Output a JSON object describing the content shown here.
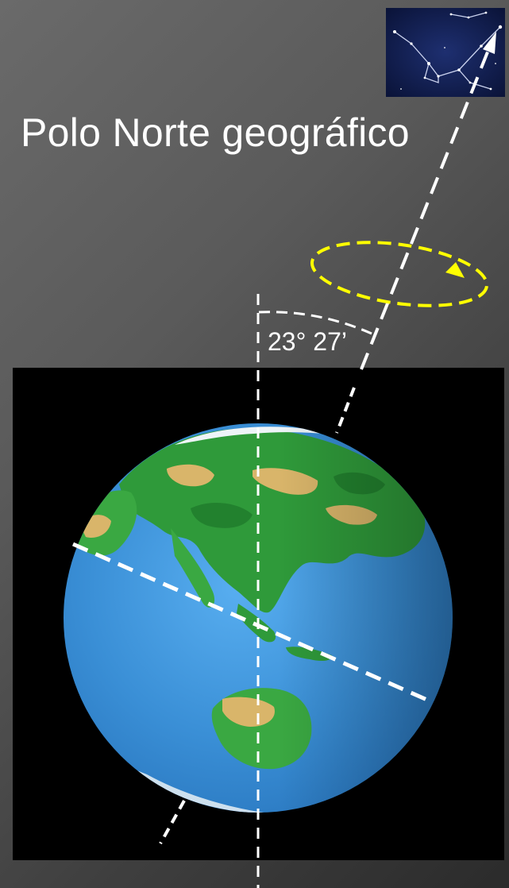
{
  "labels": {
    "geographic_north_pole": "Polo Norte geográfico",
    "axial_tilt": "23° 27’"
  },
  "colors": {
    "background": "#5a5a5a",
    "photo_background": "#000000",
    "ocean": "#3a8fd6",
    "land_green": "#2f9a3a",
    "land_desert": "#d9b56a",
    "axis_lines": "#ffffff",
    "rotation_ellipse": "#ffff00",
    "star_panel": "#0c1a4a"
  },
  "icons": {
    "constellation": "ursa-minor-constellation",
    "rotation": "rotation-arrow"
  }
}
